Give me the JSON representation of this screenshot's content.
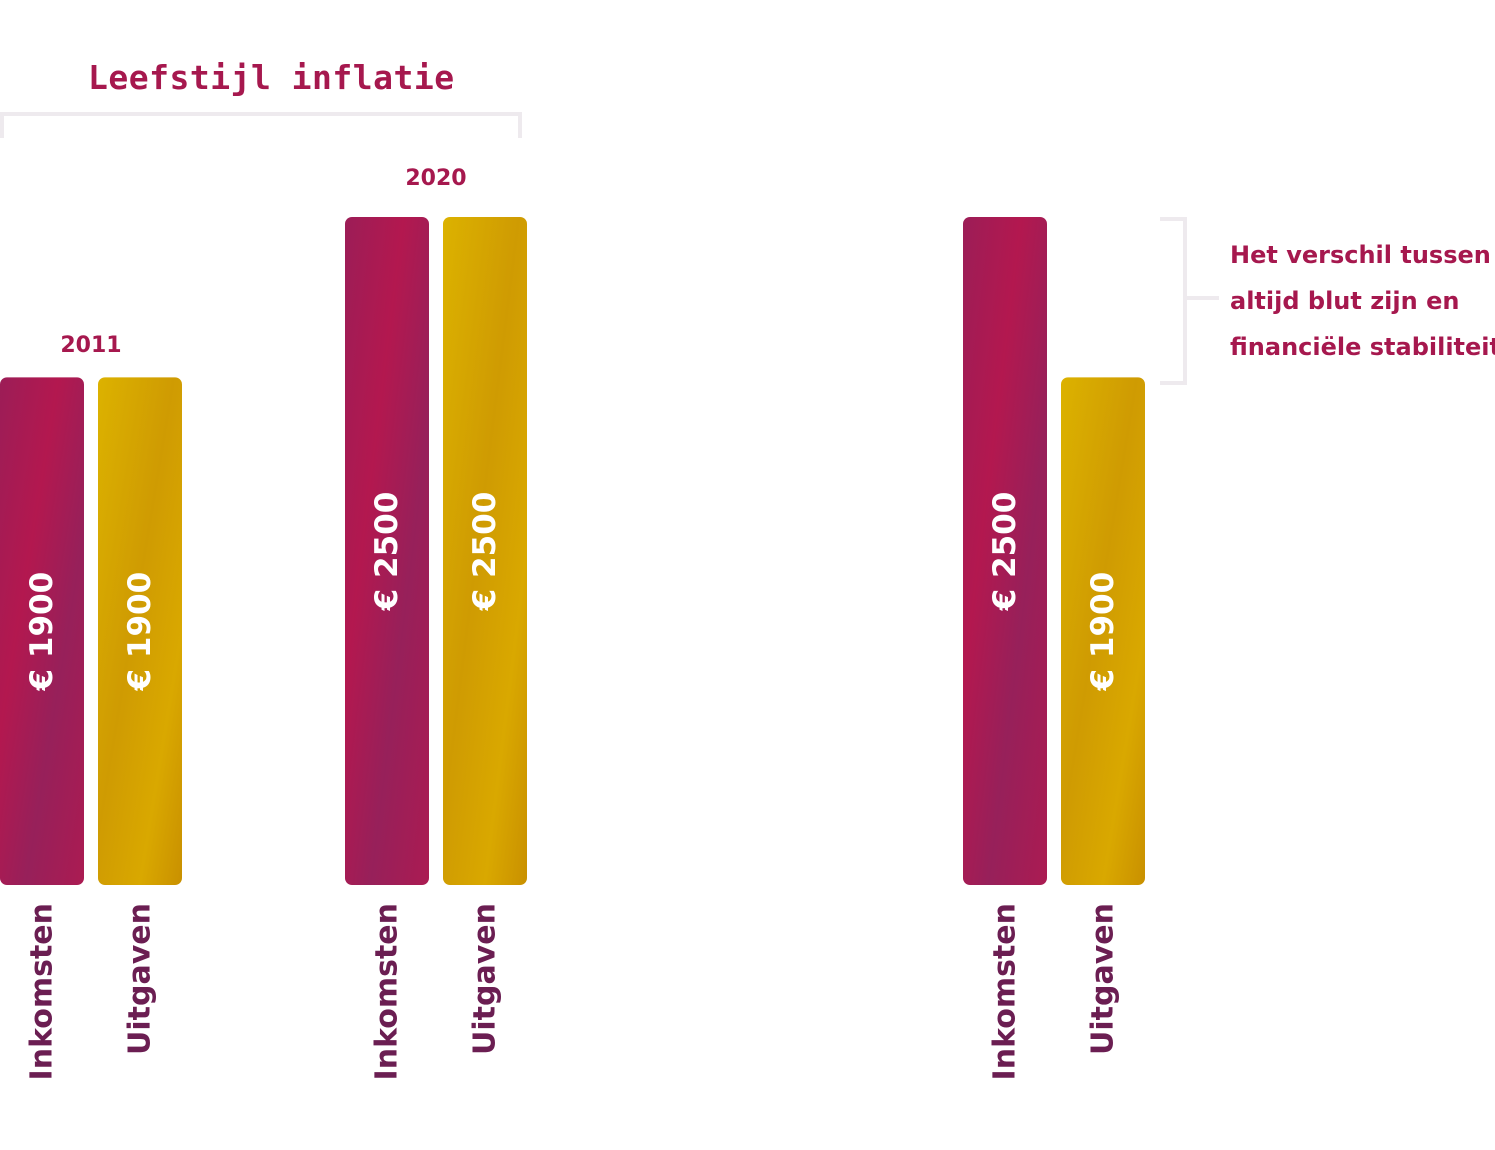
{
  "chart_data": {
    "type": "bar",
    "title": "Leefstijl inflatie",
    "ylabel": "",
    "xlabel": "",
    "groups": [
      {
        "label": "2011",
        "bars": [
          {
            "name": "Inkomsten",
            "value": 1900,
            "label": "€ 1900"
          },
          {
            "name": "Uitgaven",
            "value": 1900,
            "label": "€ 1900"
          }
        ]
      },
      {
        "label": "2020",
        "bars": [
          {
            "name": "Inkomsten",
            "value": 2500,
            "label": "€ 2500"
          },
          {
            "name": "Uitgaven",
            "value": 2500,
            "label": "€ 2500"
          }
        ]
      },
      {
        "label": "",
        "bars": [
          {
            "name": "Inkomsten",
            "value": 2500,
            "label": "€ 2500"
          },
          {
            "name": "Uitgaven",
            "value": 1900,
            "label": "€ 1900"
          }
        ]
      }
    ],
    "colors": {
      "Inkomsten": "#a91a52",
      "Uitgaven": "#d4a400"
    },
    "annotation": [
      "Het verschil tussen",
      "altijd blut zijn en",
      "financiële stabiliteit"
    ]
  }
}
